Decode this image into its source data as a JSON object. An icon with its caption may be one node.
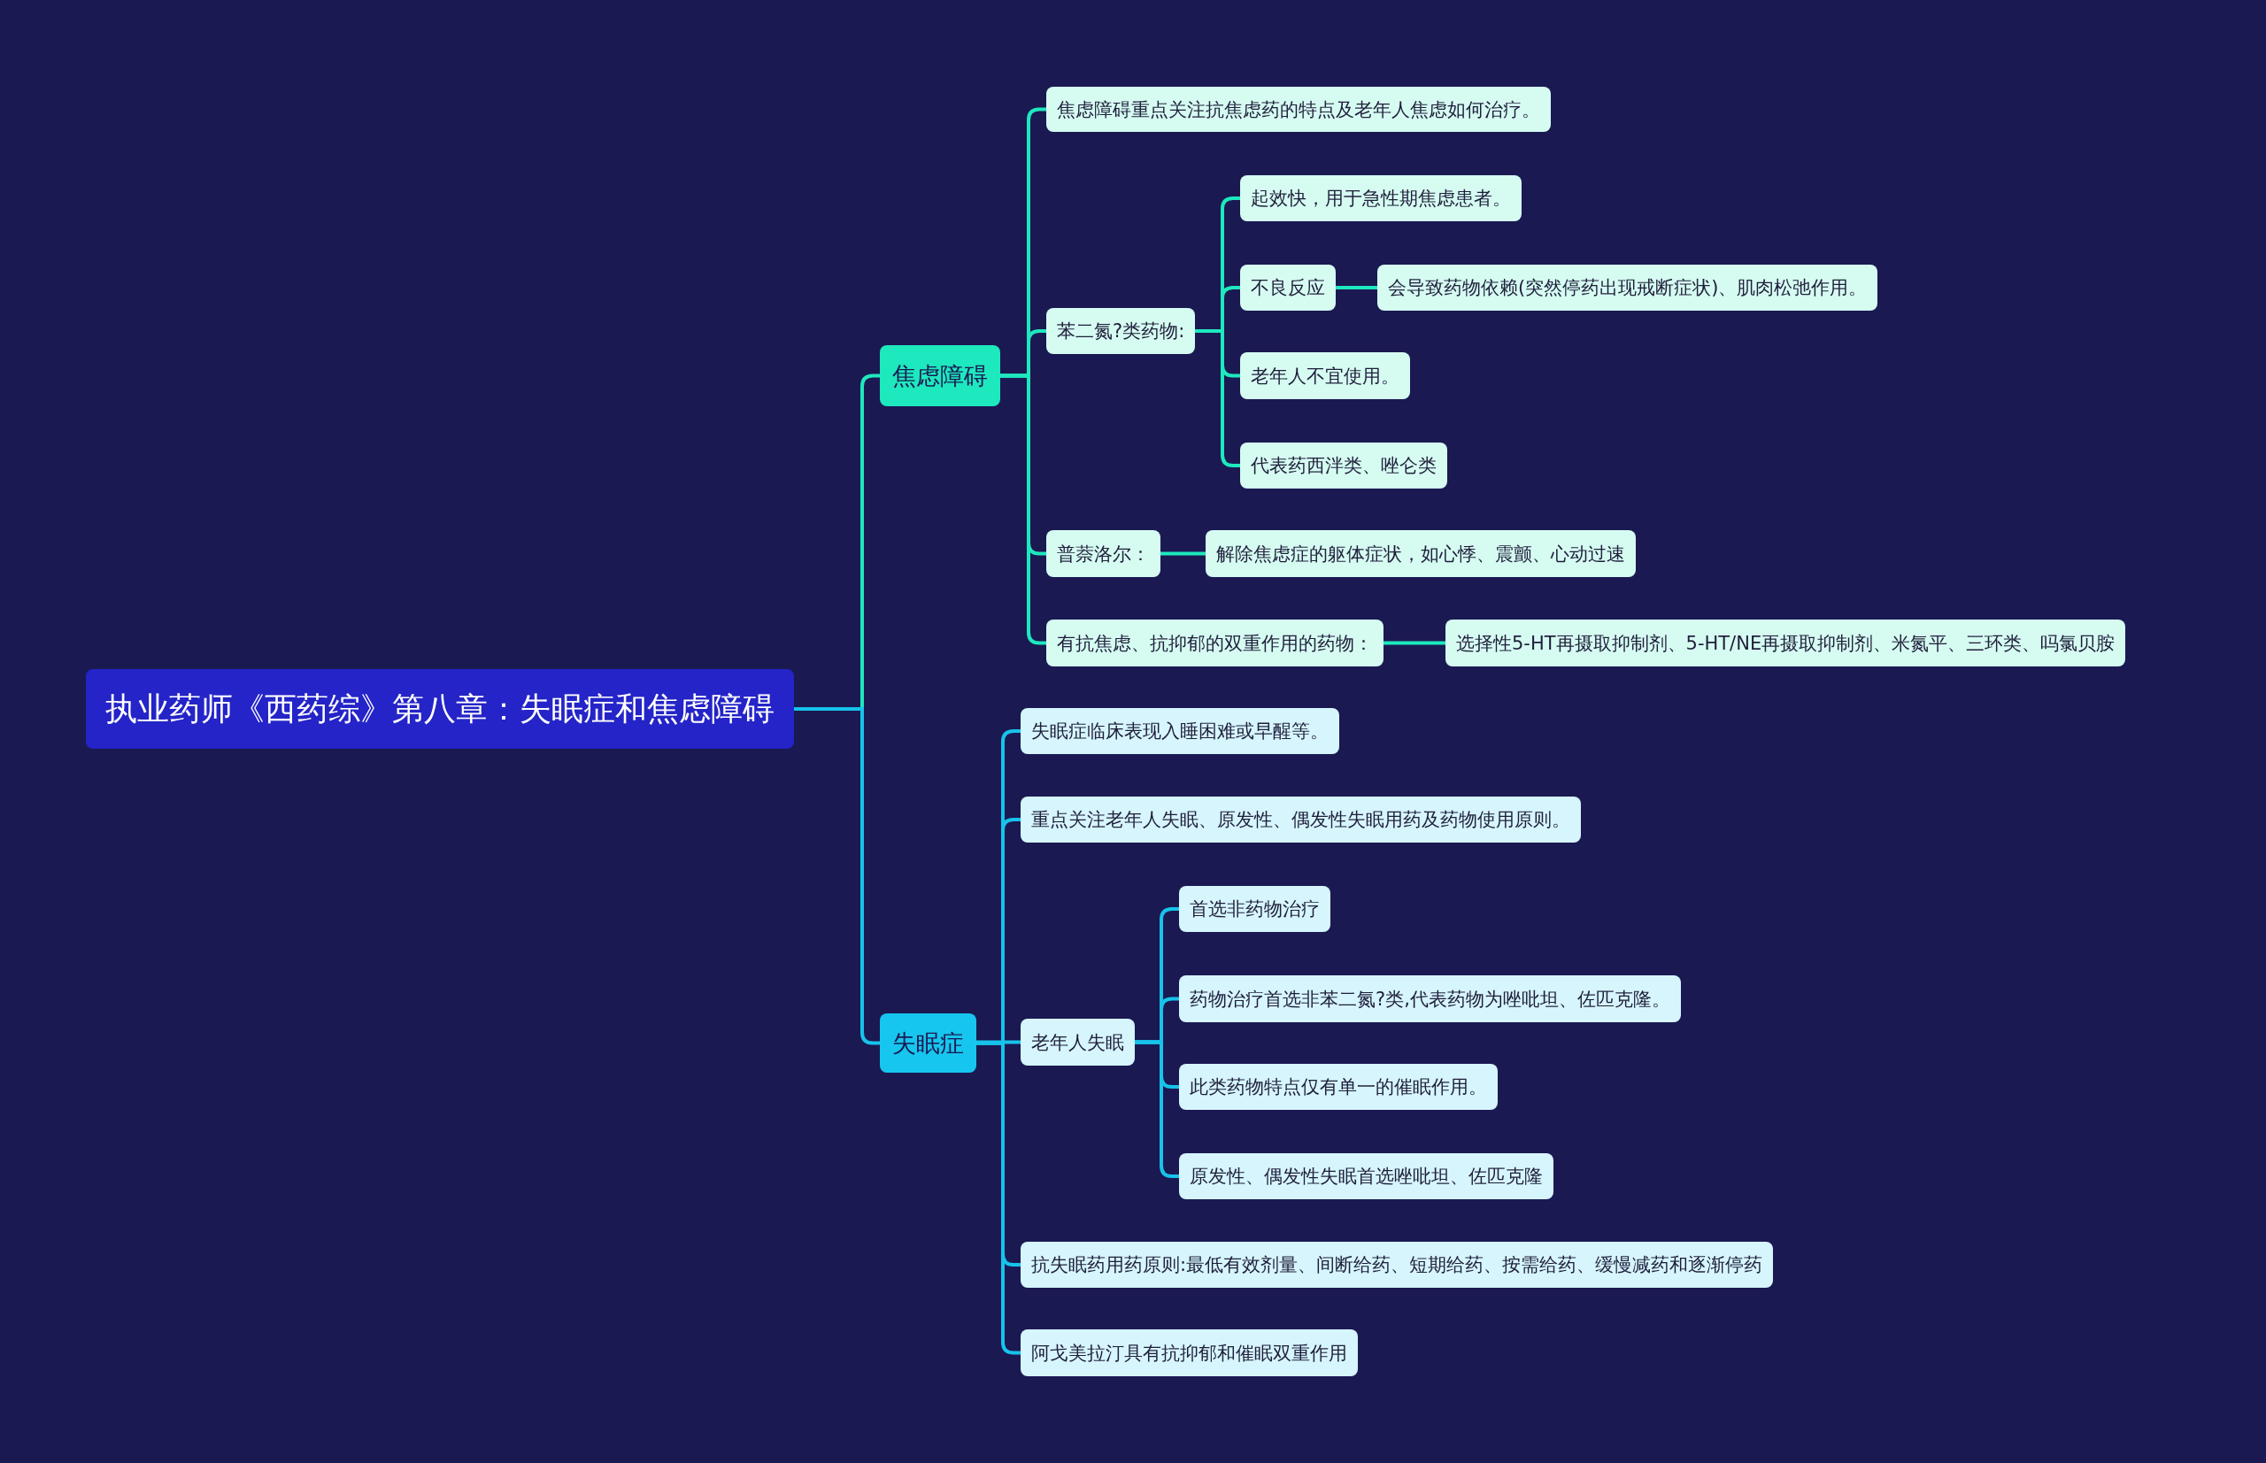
{
  "diagram": {
    "nodes": [
      {
        "text": [
          "执业药师《西药综》第八章：失眠症和焦虑障碍"
        ]
      },
      {
        "text": [
          "焦虑障碍"
        ]
      },
      {
        "text": [
          "焦虑障碍重点关注抗焦虑药的特点及老年人焦虑如何治疗。"
        ]
      },
      {
        "text": [
          "苯二氮?类药物:"
        ]
      },
      {
        "text": [
          "起效快，用于急性期焦虑患者。"
        ]
      },
      {
        "text": [
          "不良反应"
        ]
      },
      {
        "text": [
          "会导致药物依赖(突然停药出现戒断症状)、肌肉松弛作用。"
        ]
      },
      {
        "text": [
          "老年人不宜使用。"
        ]
      },
      {
        "text": [
          "代表药西泮类、唑仑类"
        ]
      },
      {
        "text": [
          "普萘洛尔："
        ]
      },
      {
        "text": [
          "解除焦虑症的躯体症状，如心悸、震颤、心动过速"
        ]
      },
      {
        "text": [
          "有抗焦虑、抗抑郁的双重作用的药物："
        ]
      },
      {
        "text": [
          "选择性5-HT再摄取抑制剂、5-HT/NE再摄取抑制剂、米氮平、三环类、吗氯贝胺"
        ]
      },
      {
        "text": [
          "失眠症"
        ]
      },
      {
        "text": [
          "失眠症临床表现入睡困难或早醒等。"
        ]
      },
      {
        "text": [
          "重点关注老年人失眠、原发性、偶发性失眠用药及药物使用原则。"
        ]
      },
      {
        "text": [
          "老年人失眠"
        ]
      },
      {
        "text": [
          "首选非药物治疗"
        ]
      },
      {
        "text": [
          "药物治疗首选非苯二氮?类,代表药物为唑吡坦、佐匹克隆。"
        ]
      },
      {
        "text": [
          "此类药物特点仅有单一的催眠作用。"
        ]
      },
      {
        "text": [
          "原发性、偶发性失眠首选唑吡坦、佐匹克隆"
        ]
      },
      {
        "text": [
          "抗失眠药用药原则:最低有效剂量、间断给药、短期给药、按需给药、缓慢减药和逐渐停药"
        ]
      },
      {
        "text": [
          "阿戈美拉汀具有抗抑郁和催眠双重作用"
        ]
      }
    ],
    "edges": [
      {
        "from": 0,
        "to": 1,
        "arrow": "none"
      },
      {
        "from": 1,
        "to": 2,
        "arrow": "none"
      },
      {
        "from": 1,
        "to": 3,
        "arrow": "none"
      },
      {
        "from": 3,
        "to": 4,
        "arrow": "none"
      },
      {
        "from": 3,
        "to": 5,
        "arrow": "none"
      },
      {
        "from": 5,
        "to": 6,
        "arrow": "none"
      },
      {
        "from": 3,
        "to": 7,
        "arrow": "none"
      },
      {
        "from": 3,
        "to": 8,
        "arrow": "none"
      },
      {
        "from": 1,
        "to": 9,
        "arrow": "none"
      },
      {
        "from": 9,
        "to": 10,
        "arrow": "none"
      },
      {
        "from": 1,
        "to": 11,
        "arrow": "none"
      },
      {
        "from": 11,
        "to": 12,
        "arrow": "none"
      },
      {
        "from": 0,
        "to": 13,
        "arrow": "none",
        "color": "#17c3ea"
      },
      {
        "from": 13,
        "to": 14,
        "arrow": "none",
        "color": "#17c3ea"
      },
      {
        "from": 13,
        "to": 15,
        "arrow": "none",
        "color": "#17c3ea"
      },
      {
        "from": 13,
        "to": 16,
        "arrow": "none",
        "color": "#17c3ea"
      },
      {
        "from": 16,
        "to": 17,
        "arrow": "none",
        "color": "#17c3ea"
      },
      {
        "from": 16,
        "to": 18,
        "arrow": "none",
        "color": "#17c3ea"
      },
      {
        "from": 16,
        "to": 19,
        "arrow": "none",
        "color": "#17c3ea"
      },
      {
        "from": 16,
        "to": 20,
        "arrow": "none",
        "color": "#17c3ea"
      },
      {
        "from": 13,
        "to": 21,
        "arrow": "none",
        "color": "#17c3ea"
      },
      {
        "from": 13,
        "to": 22,
        "arrow": "none",
        "color": "#17c3ea"
      }
    ]
  }
}
